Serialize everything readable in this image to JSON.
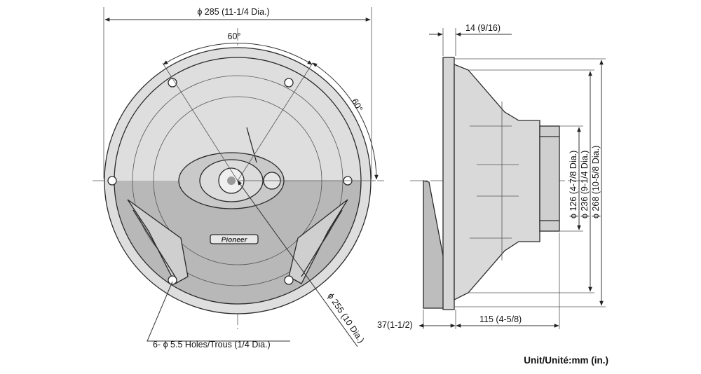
{
  "front_view": {
    "outer_dia": "ϕ 285 (11-1/4 Dia.)",
    "angle_top": "60°",
    "angle_side": "60°",
    "cutout_dia": "ϕ 255 (10 Dia.)",
    "holes": "6- ϕ 5.5 Holes/Trous (1/4 Dia.)",
    "brand": "Pioneer"
  },
  "side_view": {
    "flange": "14 (9/16)",
    "depth_front": "37(1-1/2)",
    "depth_back": "115 (4-5/8)",
    "dia_magnet": "ϕ 126 (4-7/8 Dia.)",
    "dia_basket": "ϕ 236 (9-1/4 Dia.)",
    "dia_frame": "ϕ 268 (10-5/8 Dia.)"
  },
  "unit_label": "Unit/Unité:mm (in.)"
}
